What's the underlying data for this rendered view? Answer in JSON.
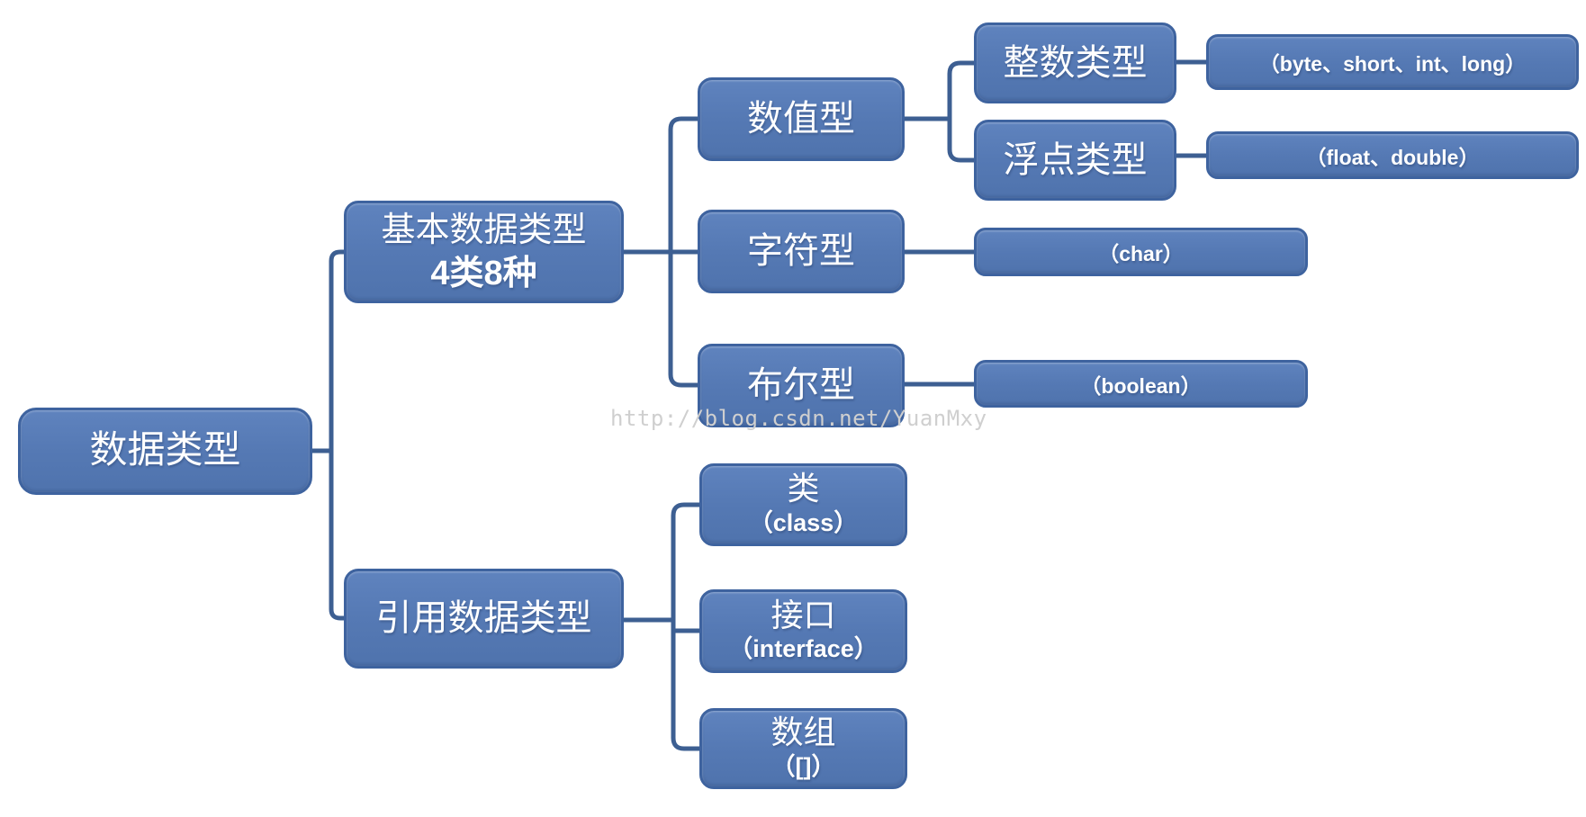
{
  "diagram": {
    "watermark": "http://blog.csdn.net/YuanMxy",
    "colors": {
      "node_fill": "#5579b4",
      "node_border": "#3e639f",
      "connector": "#3d5f92",
      "node_text": "#ffffff",
      "watermark_text": "#cfcfcf",
      "background": "#ffffff"
    },
    "tree": {
      "label": "数据类型",
      "children": [
        {
          "label": "基本数据类型",
          "sublabel": "4类8种",
          "children": [
            {
              "label": "数值型",
              "children": [
                {
                  "label": "整数类型",
                  "children": [
                    {
                      "label": "（byte、short、int、long）"
                    }
                  ]
                },
                {
                  "label": "浮点类型",
                  "children": [
                    {
                      "label": "（float、double）"
                    }
                  ]
                }
              ]
            },
            {
              "label": "字符型",
              "children": [
                {
                  "label": "（char）"
                }
              ]
            },
            {
              "label": "布尔型",
              "children": [
                {
                  "label": "（boolean）"
                }
              ]
            }
          ]
        },
        {
          "label": "引用数据类型",
          "children": [
            {
              "label": "类",
              "sublabel": "（class）"
            },
            {
              "label": "接口",
              "sublabel": "（interface）"
            },
            {
              "label": "数组",
              "sublabel": "（[]）"
            }
          ]
        }
      ]
    }
  }
}
